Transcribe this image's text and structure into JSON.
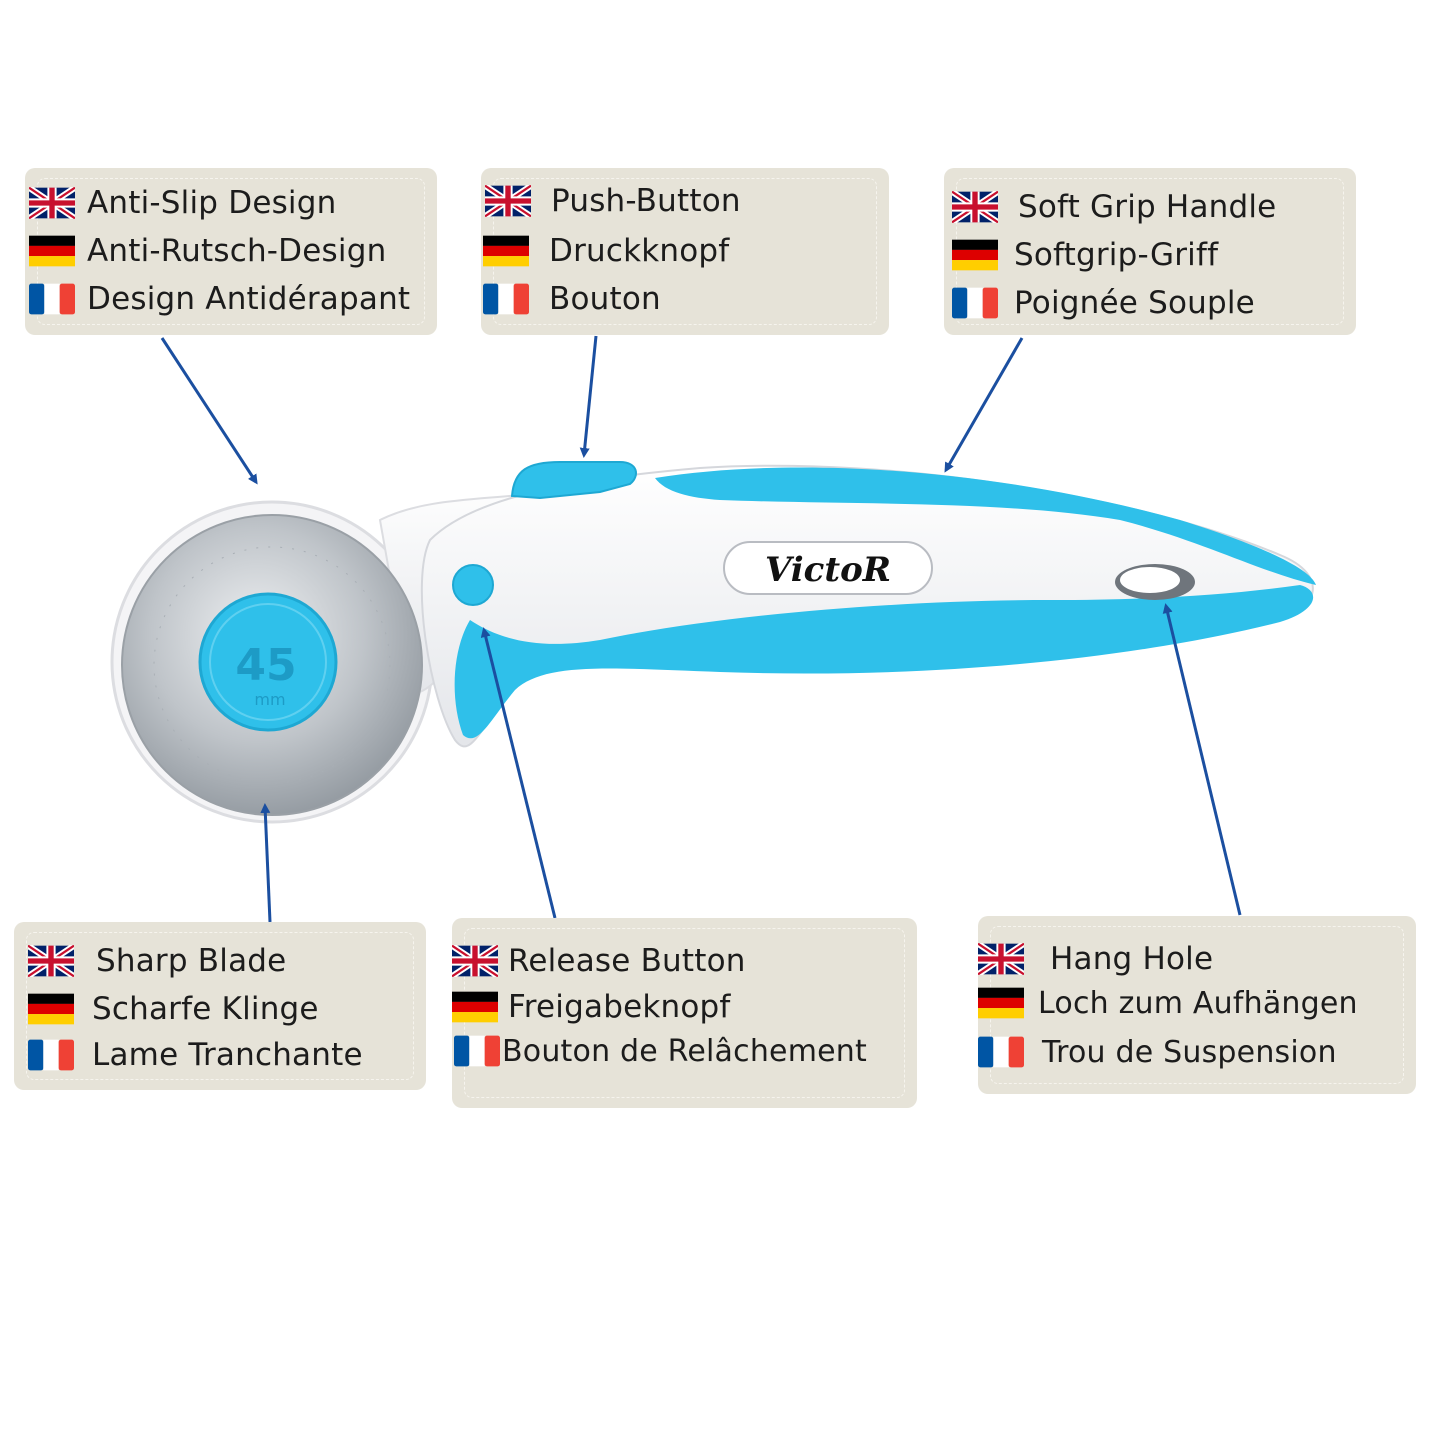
{
  "brand": "VictoR",
  "blade_size": "45",
  "blade_unit": "mm",
  "colors": {
    "accent": "#2fc0ea",
    "panel": "#e6e3d8",
    "arrow": "#1b4fa0",
    "body": "#f3f3f5"
  },
  "flag_icons": [
    "uk-flag-icon",
    "germany-flag-icon",
    "france-flag-icon"
  ],
  "callouts": {
    "anti_slip": {
      "en": "Anti-Slip Design",
      "de": "Anti-Rutsch-Design",
      "fr": "Design Antidérapant"
    },
    "push_button": {
      "en": "Push-Button",
      "de": "Druckknopf",
      "fr": "Bouton"
    },
    "soft_grip": {
      "en": "Soft Grip Handle",
      "de": "Softgrip-Griff",
      "fr": "Poignée Souple"
    },
    "sharp_blade": {
      "en": "Sharp Blade",
      "de": "Scharfe Klinge",
      "fr": "Lame Tranchante"
    },
    "release_button": {
      "en": "Release Button",
      "de": "Freigabeknopf",
      "fr": "Bouton de Relâchement"
    },
    "hang_hole": {
      "en": "Hang Hole",
      "de": "Loch zum Aufhängen",
      "fr": "Trou de Suspension"
    }
  }
}
